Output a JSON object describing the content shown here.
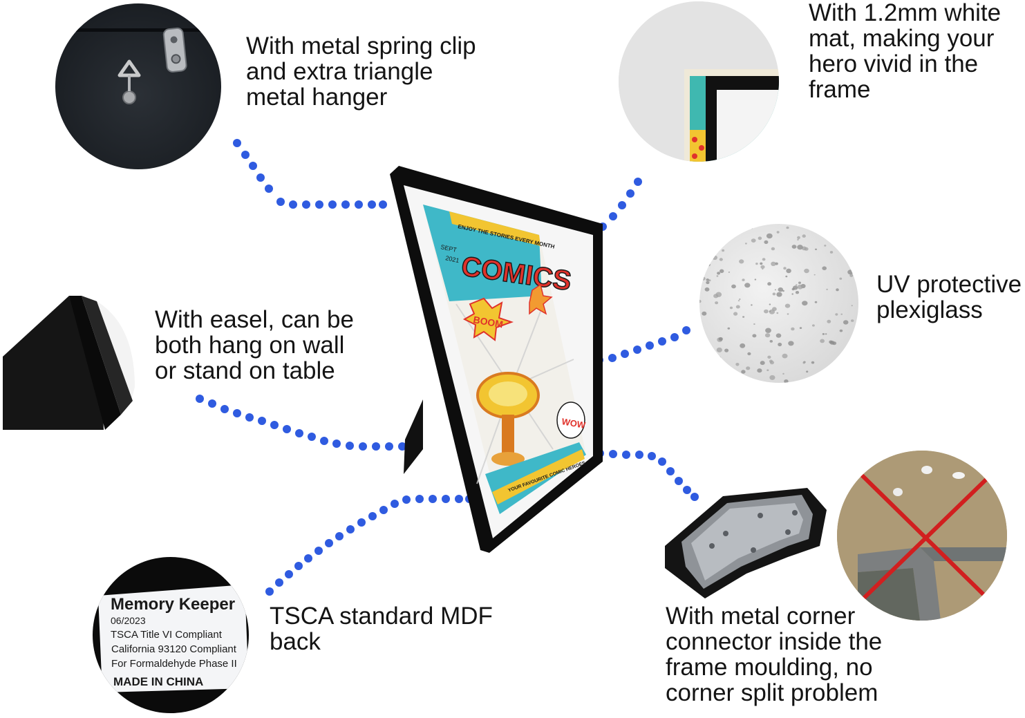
{
  "callouts": {
    "spring_clip": "With metal spring clip\nand extra triangle\nmetal hanger",
    "white_mat": "With 1.2mm white\nmat, making your\nhero vivid in the\nframe",
    "easel": "With easel, can be\nboth hang on wall\nor stand on table",
    "plexiglass": "UV protective\nplexiglass",
    "mdf_back": "TSCA standard MDF\nback",
    "corner": "With metal corner\nconnector inside the\nframe moulding, no\ncorner split problem"
  },
  "label_sticker": {
    "brand": "Memory Keeper",
    "date": "06/2023",
    "line1": "TSCA Title VI Compliant",
    "line2": "California 93120 Compliant",
    "line3": "For Formaldehyde Phase II",
    "origin": "MADE IN CHINA"
  },
  "poster": {
    "banner": "ENJOY THE STORIES EVERY MONTH",
    "month": "SEPT",
    "year": "2021",
    "title": "COMICS",
    "boom": "BOOM",
    "wow": "WOW",
    "footer": "YOUR FAVOURITE COMIC HEROES"
  },
  "colors": {
    "dot_line": "#2f5be0",
    "frame": "#0d0d0d",
    "comic_red": "#e0322b",
    "comic_teal": "#3fb8c8",
    "comic_yellow": "#f2c531",
    "cross_red": "#d11f1f"
  }
}
